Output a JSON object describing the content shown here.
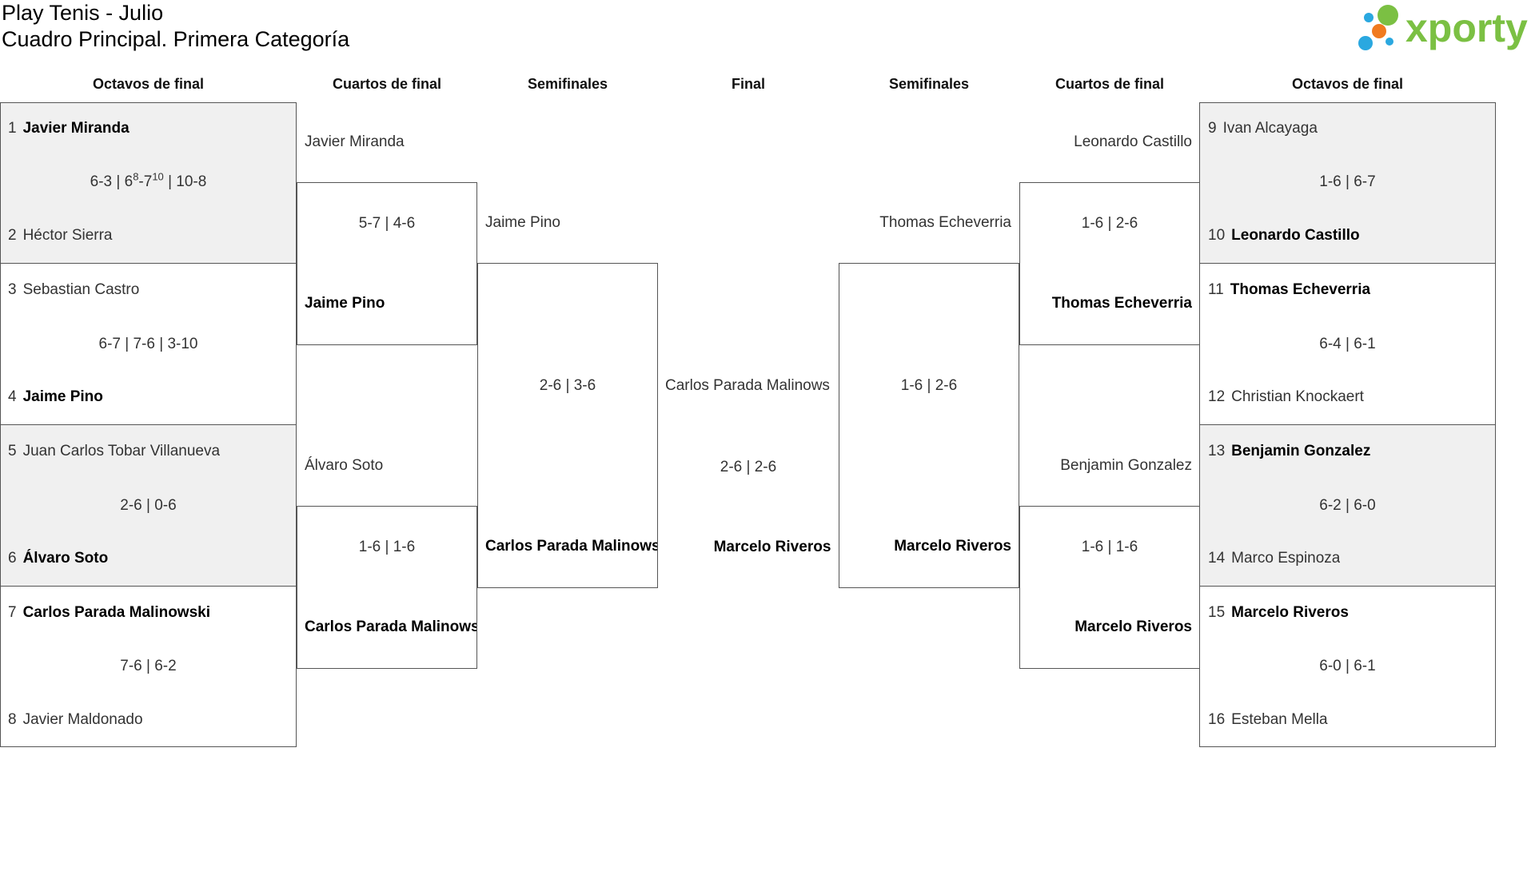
{
  "header": {
    "title1": "Play Tenis - Julio",
    "title2": "Cuadro Principal. Primera Categoría",
    "logo_text": "xporty",
    "brand_color": "#7bc043"
  },
  "rounds": {
    "left_r16": "Octavos de final",
    "left_qf": "Cuartos de final",
    "left_sf": "Semifinales",
    "final": "Final",
    "right_sf": "Semifinales",
    "right_qf": "Cuartos de final",
    "right_r16": "Octavos de final"
  },
  "left_r16": [
    {
      "seed1": "1",
      "p1": "Javier Miranda",
      "score": "",
      "score_base": "6-3 | 6",
      "score_sup1": "8",
      "score_mid": "-7",
      "score_sup2": "10",
      "score_end": " | 10-8",
      "seed2": "2",
      "p2": "Héctor Sierra",
      "winner": 1
    },
    {
      "seed1": "3",
      "p1": "Sebastian Castro",
      "score": "6-7 | 7-6 | 3-10",
      "seed2": "4",
      "p2": "Jaime Pino",
      "winner": 2
    },
    {
      "seed1": "5",
      "p1": "Juan Carlos Tobar Villanueva",
      "score": "2-6 | 0-6",
      "seed2": "6",
      "p2": "Álvaro Soto",
      "winner": 2
    },
    {
      "seed1": "7",
      "p1": "Carlos Parada Malinowski",
      "score": "7-6 | 6-2",
      "seed2": "8",
      "p2": "Javier Maldonado",
      "winner": 1
    }
  ],
  "left_qf": [
    {
      "p1": "Javier Miranda",
      "score": "5-7 | 4-6",
      "p2": "Jaime Pino",
      "winner": 2
    },
    {
      "p1": "Álvaro Soto",
      "score": "1-6 | 1-6",
      "p2": "Carlos Parada Malinows",
      "winner": 2
    }
  ],
  "left_sf": {
    "p1": "Jaime Pino",
    "score": "2-6 | 3-6",
    "p2": "Carlos Parada Malinows",
    "winner": 2
  },
  "final": {
    "p1": "Carlos Parada Malinows",
    "score": "2-6 | 2-6",
    "p2": "Marcelo Riveros",
    "winner": 2
  },
  "right_sf": {
    "p1": "Thomas Echeverria",
    "score": "1-6 | 2-6",
    "p2": "Marcelo Riveros",
    "winner": 2
  },
  "right_qf": [
    {
      "p1": "Leonardo Castillo",
      "score": "1-6 | 2-6",
      "p2": "Thomas Echeverria",
      "winner": 2
    },
    {
      "p1": "Benjamin Gonzalez",
      "score": "1-6 | 1-6",
      "p2": "Marcelo Riveros",
      "winner": 2
    }
  ],
  "right_r16": [
    {
      "seed1": "9",
      "p1": "Ivan Alcayaga",
      "score": "1-6 | 6-7",
      "seed2": "10",
      "p2": "Leonardo Castillo",
      "winner": 2
    },
    {
      "seed1": "11",
      "p1": "Thomas Echeverria",
      "score": "6-4 | 6-1",
      "seed2": "12",
      "p2": "Christian Knockaert",
      "winner": 1
    },
    {
      "seed1": "13",
      "p1": "Benjamin Gonzalez",
      "score": "6-2 | 6-0",
      "seed2": "14",
      "p2": "Marco Espinoza",
      "winner": 1
    },
    {
      "seed1": "15",
      "p1": "Marcelo Riveros",
      "score": "6-0 | 6-1",
      "seed2": "16",
      "p2": "Esteban Mella",
      "winner": 1
    }
  ]
}
